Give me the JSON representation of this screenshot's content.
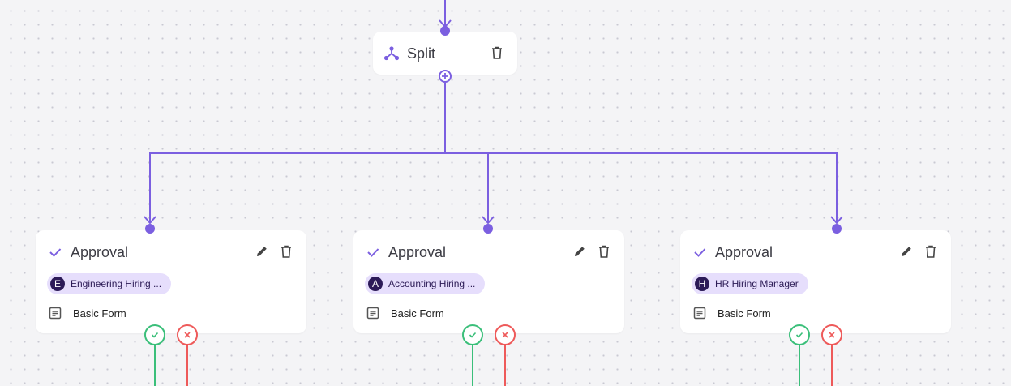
{
  "colors": {
    "accent": "#7b5fe0",
    "approve": "#3bbf7a",
    "reject": "#ee5a5a",
    "chip_bg": "#e6defc",
    "avatar_bg": "#2c1a58"
  },
  "split": {
    "title": "Split",
    "icon": "split-icon",
    "delete_icon": "trash-icon",
    "add_icon": "plus-circle-icon"
  },
  "approvals": [
    {
      "title": "Approval",
      "assignee": {
        "initial": "E",
        "label": "Engineering Hiring ..."
      },
      "form": "Basic Form"
    },
    {
      "title": "Approval",
      "assignee": {
        "initial": "A",
        "label": "Accounting Hiring ..."
      },
      "form": "Basic Form"
    },
    {
      "title": "Approval",
      "assignee": {
        "initial": "H",
        "label": "HR Hiring Manager"
      },
      "form": "Basic Form"
    }
  ]
}
